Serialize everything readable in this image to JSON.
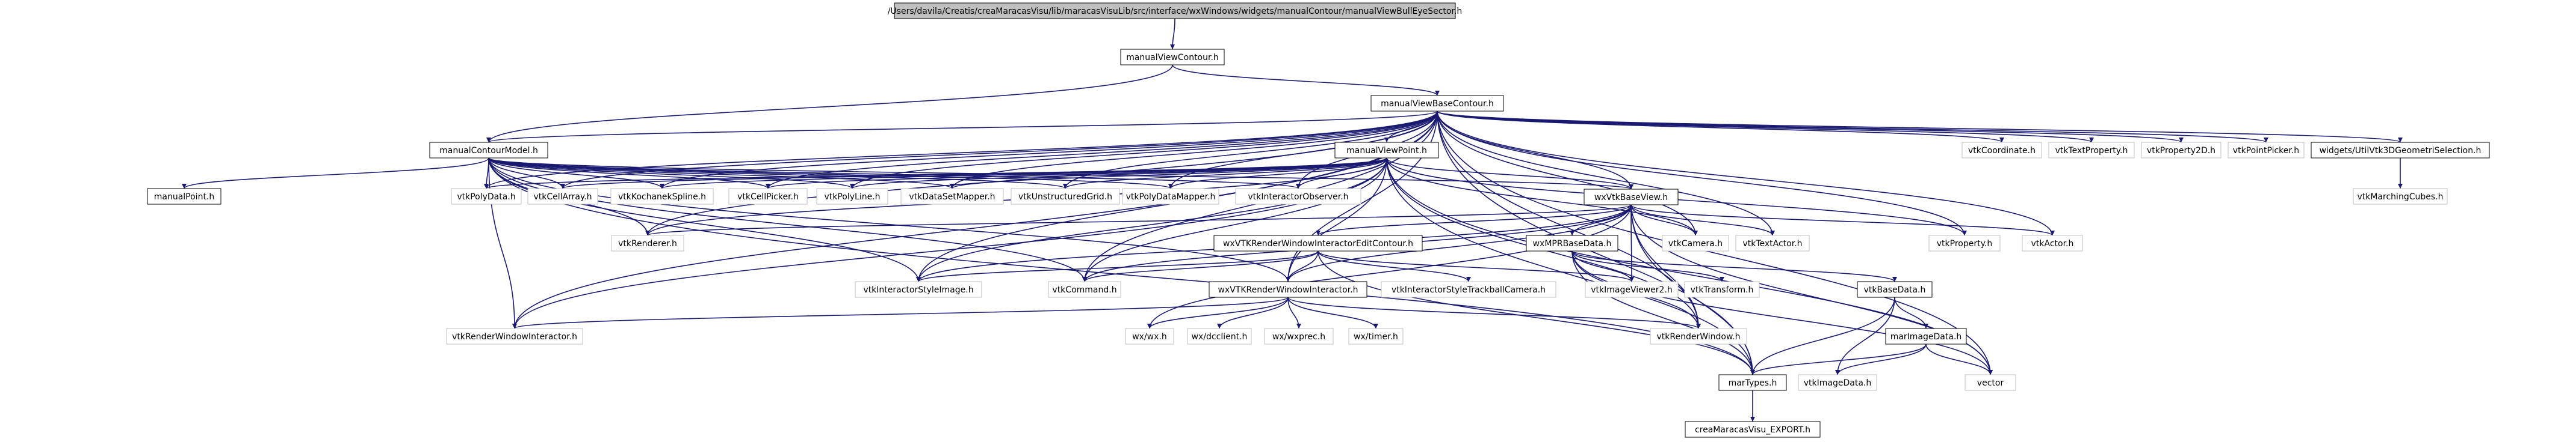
{
  "colors": {
    "edge": "#191970",
    "root_fill": "#bfbfbf",
    "node_fill": "#ffffff",
    "node_border": "#000000",
    "external_border": "#bfbfbf",
    "text": "#000000"
  },
  "nodes": [
    {
      "id": "root",
      "label": "/Users/davila/Creatis/creaMaracasVisu/lib/maracasVisuLib/src/interface/wxWindows/widgets/manualContour/manualViewBullEyeSector.h",
      "kind": "root"
    },
    {
      "id": "manualViewContour",
      "label": "manualViewContour.h",
      "kind": "doc"
    },
    {
      "id": "manualViewBaseContour",
      "label": "manualViewBaseContour.h",
      "kind": "doc"
    },
    {
      "id": "manualContourModel",
      "label": "manualContourModel.h",
      "kind": "doc"
    },
    {
      "id": "manualViewPoint",
      "label": "manualViewPoint.h",
      "kind": "doc"
    },
    {
      "id": "wxVtkBaseView",
      "label": "wxVtkBaseView.h",
      "kind": "doc"
    },
    {
      "id": "manualPoint",
      "label": "manualPoint.h",
      "kind": "doc"
    },
    {
      "id": "vtkPolyData",
      "label": "vtkPolyData.h",
      "kind": "ext"
    },
    {
      "id": "vtkCellArray",
      "label": "vtkCellArray.h",
      "kind": "ext"
    },
    {
      "id": "vtkKochanekSpline",
      "label": "vtkKochanekSpline.h",
      "kind": "ext"
    },
    {
      "id": "vtkCellPicker",
      "label": "vtkCellPicker.h",
      "kind": "ext"
    },
    {
      "id": "vtkPolyLine",
      "label": "vtkPolyLine.h",
      "kind": "ext"
    },
    {
      "id": "vtkDataSetMapper",
      "label": "vtkDataSetMapper.h",
      "kind": "ext"
    },
    {
      "id": "vtkUnstructuredGrid",
      "label": "vtkUnstructuredGrid.h",
      "kind": "ext"
    },
    {
      "id": "vtkPolyDataMapper",
      "label": "vtkPolyDataMapper.h",
      "kind": "ext"
    },
    {
      "id": "vtkInteractorObserver",
      "label": "vtkInteractorObserver.h",
      "kind": "ext"
    },
    {
      "id": "vtkCoordinate",
      "label": "vtkCoordinate.h",
      "kind": "ext"
    },
    {
      "id": "vtkTextProperty",
      "label": "vtkTextProperty.h",
      "kind": "ext"
    },
    {
      "id": "vtkProperty2D",
      "label": "vtkProperty2D.h",
      "kind": "ext"
    },
    {
      "id": "vtkPointPicker",
      "label": "vtkPointPicker.h",
      "kind": "ext"
    },
    {
      "id": "widgetsUtil",
      "label": "widgets/UtilVtk3DGeometriSelection.h",
      "kind": "doc"
    },
    {
      "id": "vtkMarchingCubes",
      "label": "vtkMarchingCubes.h",
      "kind": "ext"
    },
    {
      "id": "vtkRenderer",
      "label": "vtkRenderer.h",
      "kind": "ext"
    },
    {
      "id": "vtkCamera",
      "label": "vtkCamera.h",
      "kind": "ext"
    },
    {
      "id": "vtkTextActor",
      "label": "vtkTextActor.h",
      "kind": "ext"
    },
    {
      "id": "vtkProperty",
      "label": "vtkProperty.h",
      "kind": "ext"
    },
    {
      "id": "vtkActor",
      "label": "vtkActor.h",
      "kind": "ext"
    },
    {
      "id": "wxVTKRWIEditContour",
      "label": "wxVTKRenderWindowInteractorEditContour.h",
      "kind": "doc"
    },
    {
      "id": "wxMPRBaseData",
      "label": "wxMPRBaseData.h",
      "kind": "doc"
    },
    {
      "id": "vtkInteractorStyleImage",
      "label": "vtkInteractorStyleImage.h",
      "kind": "ext"
    },
    {
      "id": "vtkCommand",
      "label": "vtkCommand.h",
      "kind": "ext"
    },
    {
      "id": "wxVTKRWI",
      "label": "wxVTKRenderWindowInteractor.h",
      "kind": "doc"
    },
    {
      "id": "vtkInteractorStyleTrackballCamera",
      "label": "vtkInteractorStyleTrackballCamera.h",
      "kind": "ext"
    },
    {
      "id": "vtkImageViewer2",
      "label": "vtkImageViewer2.h",
      "kind": "ext"
    },
    {
      "id": "vtkTransform",
      "label": "vtkTransform.h",
      "kind": "ext"
    },
    {
      "id": "vtkBaseData",
      "label": "vtkBaseData.h",
      "kind": "doc"
    },
    {
      "id": "vtkRenderWindowInteractor",
      "label": "vtkRenderWindowInteractor.h",
      "kind": "ext"
    },
    {
      "id": "wxwx",
      "label": "wx/wx.h",
      "kind": "ext"
    },
    {
      "id": "wxdcclient",
      "label": "wx/dcclient.h",
      "kind": "ext"
    },
    {
      "id": "wxwxprec",
      "label": "wx/wxprec.h",
      "kind": "ext"
    },
    {
      "id": "wxtimer",
      "label": "wx/timer.h",
      "kind": "ext"
    },
    {
      "id": "vtkRenderWindow",
      "label": "vtkRenderWindow.h",
      "kind": "ext"
    },
    {
      "id": "marImageData",
      "label": "marImageData.h",
      "kind": "doc"
    },
    {
      "id": "marTypes",
      "label": "marTypes.h",
      "kind": "doc"
    },
    {
      "id": "vtkImageData",
      "label": "vtkImageData.h",
      "kind": "ext"
    },
    {
      "id": "vector",
      "label": "vector",
      "kind": "ext"
    },
    {
      "id": "creaMaracasVisuExport",
      "label": "creaMaracasVisu_EXPORT.h",
      "kind": "doc"
    }
  ],
  "edges": [
    [
      "root",
      "manualViewContour"
    ],
    [
      "manualViewContour",
      "manualViewBaseContour"
    ],
    [
      "manualViewContour",
      "manualContourModel"
    ],
    [
      "manualViewBaseContour",
      "manualContourModel"
    ],
    [
      "manualViewBaseContour",
      "manualViewPoint"
    ],
    [
      "manualViewBaseContour",
      "wxVtkBaseView"
    ],
    [
      "manualViewBaseContour",
      "vtkPolyData"
    ],
    [
      "manualViewBaseContour",
      "vtkCellArray"
    ],
    [
      "manualViewBaseContour",
      "vtkKochanekSpline"
    ],
    [
      "manualViewBaseContour",
      "vtkCellPicker"
    ],
    [
      "manualViewBaseContour",
      "vtkPolyLine"
    ],
    [
      "manualViewBaseContour",
      "vtkDataSetMapper"
    ],
    [
      "manualViewBaseContour",
      "vtkUnstructuredGrid"
    ],
    [
      "manualViewBaseContour",
      "vtkPolyDataMapper"
    ],
    [
      "manualViewBaseContour",
      "vtkInteractorObserver"
    ],
    [
      "manualViewBaseContour",
      "vtkCoordinate"
    ],
    [
      "manualViewBaseContour",
      "vtkTextProperty"
    ],
    [
      "manualViewBaseContour",
      "vtkProperty2D"
    ],
    [
      "manualViewBaseContour",
      "vtkPointPicker"
    ],
    [
      "manualViewBaseContour",
      "widgetsUtil"
    ],
    [
      "manualViewBaseContour",
      "vtkRenderer"
    ],
    [
      "manualViewBaseContour",
      "vtkCamera"
    ],
    [
      "manualViewBaseContour",
      "vtkTextActor"
    ],
    [
      "manualViewBaseContour",
      "vtkProperty"
    ],
    [
      "manualViewBaseContour",
      "vtkActor"
    ],
    [
      "manualViewBaseContour",
      "vtkInteractorStyleImage"
    ],
    [
      "manualViewBaseContour",
      "vtkCommand"
    ],
    [
      "manualViewBaseContour",
      "wxVTKRWI"
    ],
    [
      "manualViewBaseContour",
      "vtkRenderWindowInteractor"
    ],
    [
      "manualViewBaseContour",
      "vtkRenderWindow"
    ],
    [
      "manualViewBaseContour",
      "marTypes"
    ],
    [
      "manualViewBaseContour",
      "vector"
    ],
    [
      "manualContourModel",
      "manualPoint"
    ],
    [
      "manualContourModel",
      "vtkPolyData"
    ],
    [
      "manualContourModel",
      "vtkCellArray"
    ],
    [
      "manualContourModel",
      "vtkKochanekSpline"
    ],
    [
      "manualContourModel",
      "vtkCellPicker"
    ],
    [
      "manualContourModel",
      "vtkPolyLine"
    ],
    [
      "manualContourModel",
      "vtkDataSetMapper"
    ],
    [
      "manualContourModel",
      "vtkUnstructuredGrid"
    ],
    [
      "manualContourModel",
      "vtkPolyDataMapper"
    ],
    [
      "manualContourModel",
      "vtkInteractorObserver"
    ],
    [
      "manualContourModel",
      "wxVtkBaseView"
    ],
    [
      "manualContourModel",
      "vtkRenderer"
    ],
    [
      "manualContourModel",
      "vtkInteractorStyleImage"
    ],
    [
      "manualContourModel",
      "vtkCommand"
    ],
    [
      "manualContourModel",
      "wxVTKRWI"
    ],
    [
      "manualContourModel",
      "vtkRenderWindowInteractor"
    ],
    [
      "manualContourModel",
      "marTypes"
    ],
    [
      "manualViewPoint",
      "vtkPolyData"
    ],
    [
      "manualViewPoint",
      "vtkCellArray"
    ],
    [
      "manualViewPoint",
      "vtkKochanekSpline"
    ],
    [
      "manualViewPoint",
      "vtkCellPicker"
    ],
    [
      "manualViewPoint",
      "vtkPolyLine"
    ],
    [
      "manualViewPoint",
      "vtkDataSetMapper"
    ],
    [
      "manualViewPoint",
      "vtkUnstructuredGrid"
    ],
    [
      "manualViewPoint",
      "vtkPolyDataMapper"
    ],
    [
      "manualViewPoint",
      "vtkInteractorObserver"
    ],
    [
      "manualViewPoint",
      "wxVtkBaseView"
    ],
    [
      "manualViewPoint",
      "vtkRenderer"
    ],
    [
      "manualViewPoint",
      "vtkCamera"
    ],
    [
      "manualViewPoint",
      "vtkProperty"
    ],
    [
      "manualViewPoint",
      "vtkInteractorStyleImage"
    ],
    [
      "manualViewPoint",
      "vtkCommand"
    ],
    [
      "manualViewPoint",
      "wxVTKRWI"
    ],
    [
      "manualViewPoint",
      "vtkRenderWindowInteractor"
    ],
    [
      "manualViewPoint",
      "vtkRenderWindow"
    ],
    [
      "manualViewPoint",
      "marTypes"
    ],
    [
      "manualViewPoint",
      "vector"
    ],
    [
      "wxVtkBaseView",
      "vtkRenderer"
    ],
    [
      "wxVtkBaseView",
      "vtkCamera"
    ],
    [
      "wxVtkBaseView",
      "vtkTextActor"
    ],
    [
      "wxVtkBaseView",
      "vtkActor"
    ],
    [
      "wxVtkBaseView",
      "wxVTKRWIEditContour"
    ],
    [
      "wxVtkBaseView",
      "wxMPRBaseData"
    ],
    [
      "wxVtkBaseView",
      "vtkInteractorStyleImage"
    ],
    [
      "wxVtkBaseView",
      "vtkCommand"
    ],
    [
      "wxVtkBaseView",
      "wxVTKRWI"
    ],
    [
      "wxVtkBaseView",
      "vtkImageViewer2"
    ],
    [
      "wxVtkBaseView",
      "vtkRenderWindow"
    ],
    [
      "wxVtkBaseView",
      "marTypes"
    ],
    [
      "wxVtkBaseView",
      "vector"
    ],
    [
      "wxVtkBaseView",
      "wxwx"
    ],
    [
      "widgetsUtil",
      "vtkMarchingCubes"
    ],
    [
      "wxVTKRWIEditContour",
      "vtkInteractorStyleImage"
    ],
    [
      "wxVTKRWIEditContour",
      "vtkCommand"
    ],
    [
      "wxVTKRWIEditContour",
      "wxVTKRWI"
    ],
    [
      "wxVTKRWIEditContour",
      "vtkInteractorStyleTrackballCamera"
    ],
    [
      "wxVTKRWIEditContour",
      "vtkImageViewer2"
    ],
    [
      "wxVTKRWIEditContour",
      "marTypes"
    ],
    [
      "wxMPRBaseData",
      "vtkTransform"
    ],
    [
      "wxMPRBaseData",
      "vtkBaseData"
    ],
    [
      "wxMPRBaseData",
      "marTypes"
    ],
    [
      "wxMPRBaseData",
      "vtkImageViewer2"
    ],
    [
      "wxMPRBaseData",
      "vtkRenderWindow"
    ],
    [
      "wxMPRBaseData",
      "vector"
    ],
    [
      "wxVTKRWI",
      "vtkRenderWindowInteractor"
    ],
    [
      "wxVTKRWI",
      "wxwx"
    ],
    [
      "wxVTKRWI",
      "wxdcclient"
    ],
    [
      "wxVTKRWI",
      "wxwxprec"
    ],
    [
      "wxVTKRWI",
      "wxtimer"
    ],
    [
      "wxVTKRWI",
      "vtkRenderWindow"
    ],
    [
      "vtkBaseData",
      "marImageData"
    ],
    [
      "vtkBaseData",
      "marTypes"
    ],
    [
      "vtkBaseData",
      "vtkImageData"
    ],
    [
      "marImageData",
      "marTypes"
    ],
    [
      "marImageData",
      "vtkImageData"
    ],
    [
      "marImageData",
      "vector"
    ],
    [
      "marTypes",
      "creaMaracasVisuExport"
    ]
  ]
}
